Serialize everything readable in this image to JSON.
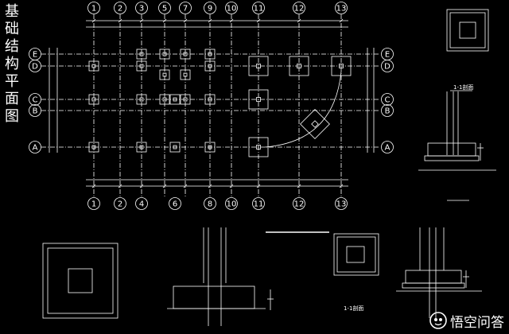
{
  "title": "基础结构平面图",
  "grid": {
    "top_labels": [
      "1",
      "2",
      "3",
      "5",
      "7",
      "9",
      "10",
      "11",
      "12",
      "13"
    ],
    "bottom_labels": [
      "1",
      "2",
      "4",
      "6",
      "8",
      "10",
      "11",
      "12",
      "13"
    ],
    "left_labels": [
      "E",
      "D",
      "C",
      "B",
      "A"
    ],
    "right_labels": [
      "E",
      "D",
      "C",
      "B",
      "A"
    ]
  },
  "details": {
    "section_label_top": "1-1剖面",
    "section_label_bottom": "1-1剖面"
  },
  "watermark": {
    "text": "悟空问答"
  },
  "colors": {
    "background": "#000000",
    "line": "#ffffff",
    "accent": "#cccccc"
  }
}
